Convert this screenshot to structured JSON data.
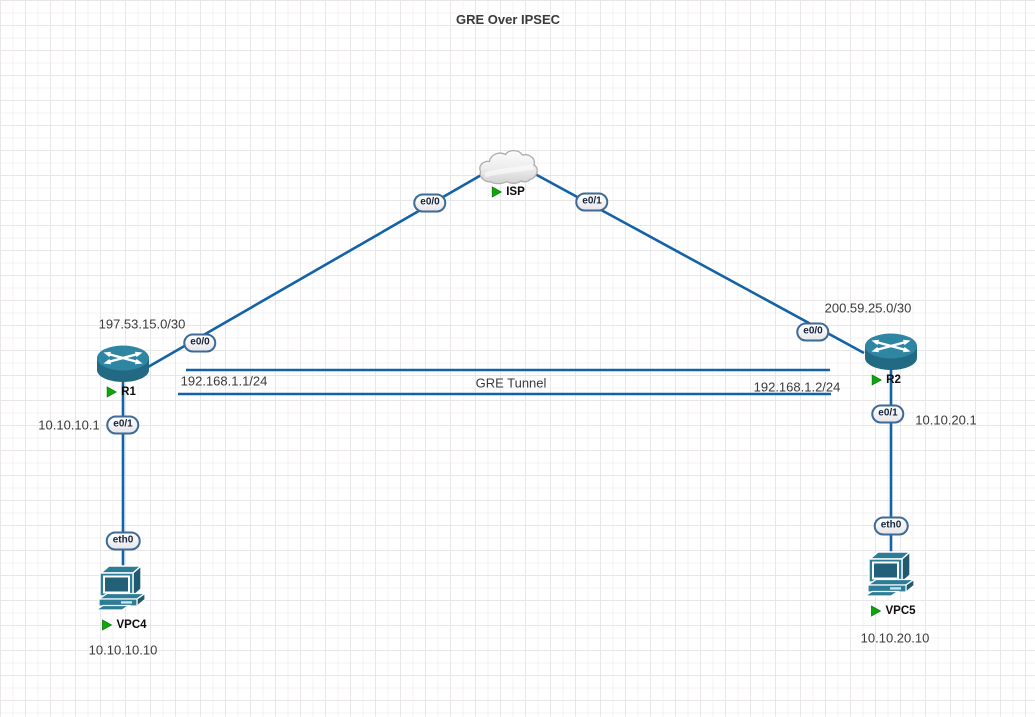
{
  "title": "GRE Over IPSEC",
  "colors": {
    "link_blue": "#1262a8",
    "device_teal": "#2e7d96",
    "device_teal_dark": "#1f5a70",
    "running_green": "#0fa50f",
    "annotation_text": "#3a3a3a",
    "badge_border": "#3d6a96",
    "badge_text": "#14243d"
  },
  "nodes": {
    "isp": {
      "label": "ISP",
      "type": "cloud",
      "status": "running"
    },
    "r1": {
      "label": "R1",
      "type": "router",
      "status": "running"
    },
    "r2": {
      "label": "R2",
      "type": "router",
      "status": "running"
    },
    "vpc4": {
      "label": "VPC4",
      "type": "pc",
      "status": "running"
    },
    "vpc5": {
      "label": "VPC5",
      "type": "pc",
      "status": "running"
    }
  },
  "interfaces": {
    "isp_to_r1": "e0/0",
    "isp_to_r2": "e0/1",
    "r1_wan": "e0/0",
    "r2_wan": "e0/0",
    "r1_lan": "e0/1",
    "r2_lan": "e0/1",
    "vpc4_nic": "eth0",
    "vpc5_nic": "eth0"
  },
  "annotations": {
    "r1_isp_network": "197.53.15.0/30",
    "r2_isp_network": "200.59.25.0/30",
    "r1_lan_ip": "10.10.10.1",
    "r2_lan_ip": "10.10.20.1",
    "vpc4_ip": "10.10.10.10",
    "vpc5_ip": "10.10.20.10",
    "tunnel_r1_ip": "192.168.1.1/24",
    "tunnel_r2_ip": "192.168.1.2/24",
    "tunnel_label": "GRE Tunnel"
  }
}
